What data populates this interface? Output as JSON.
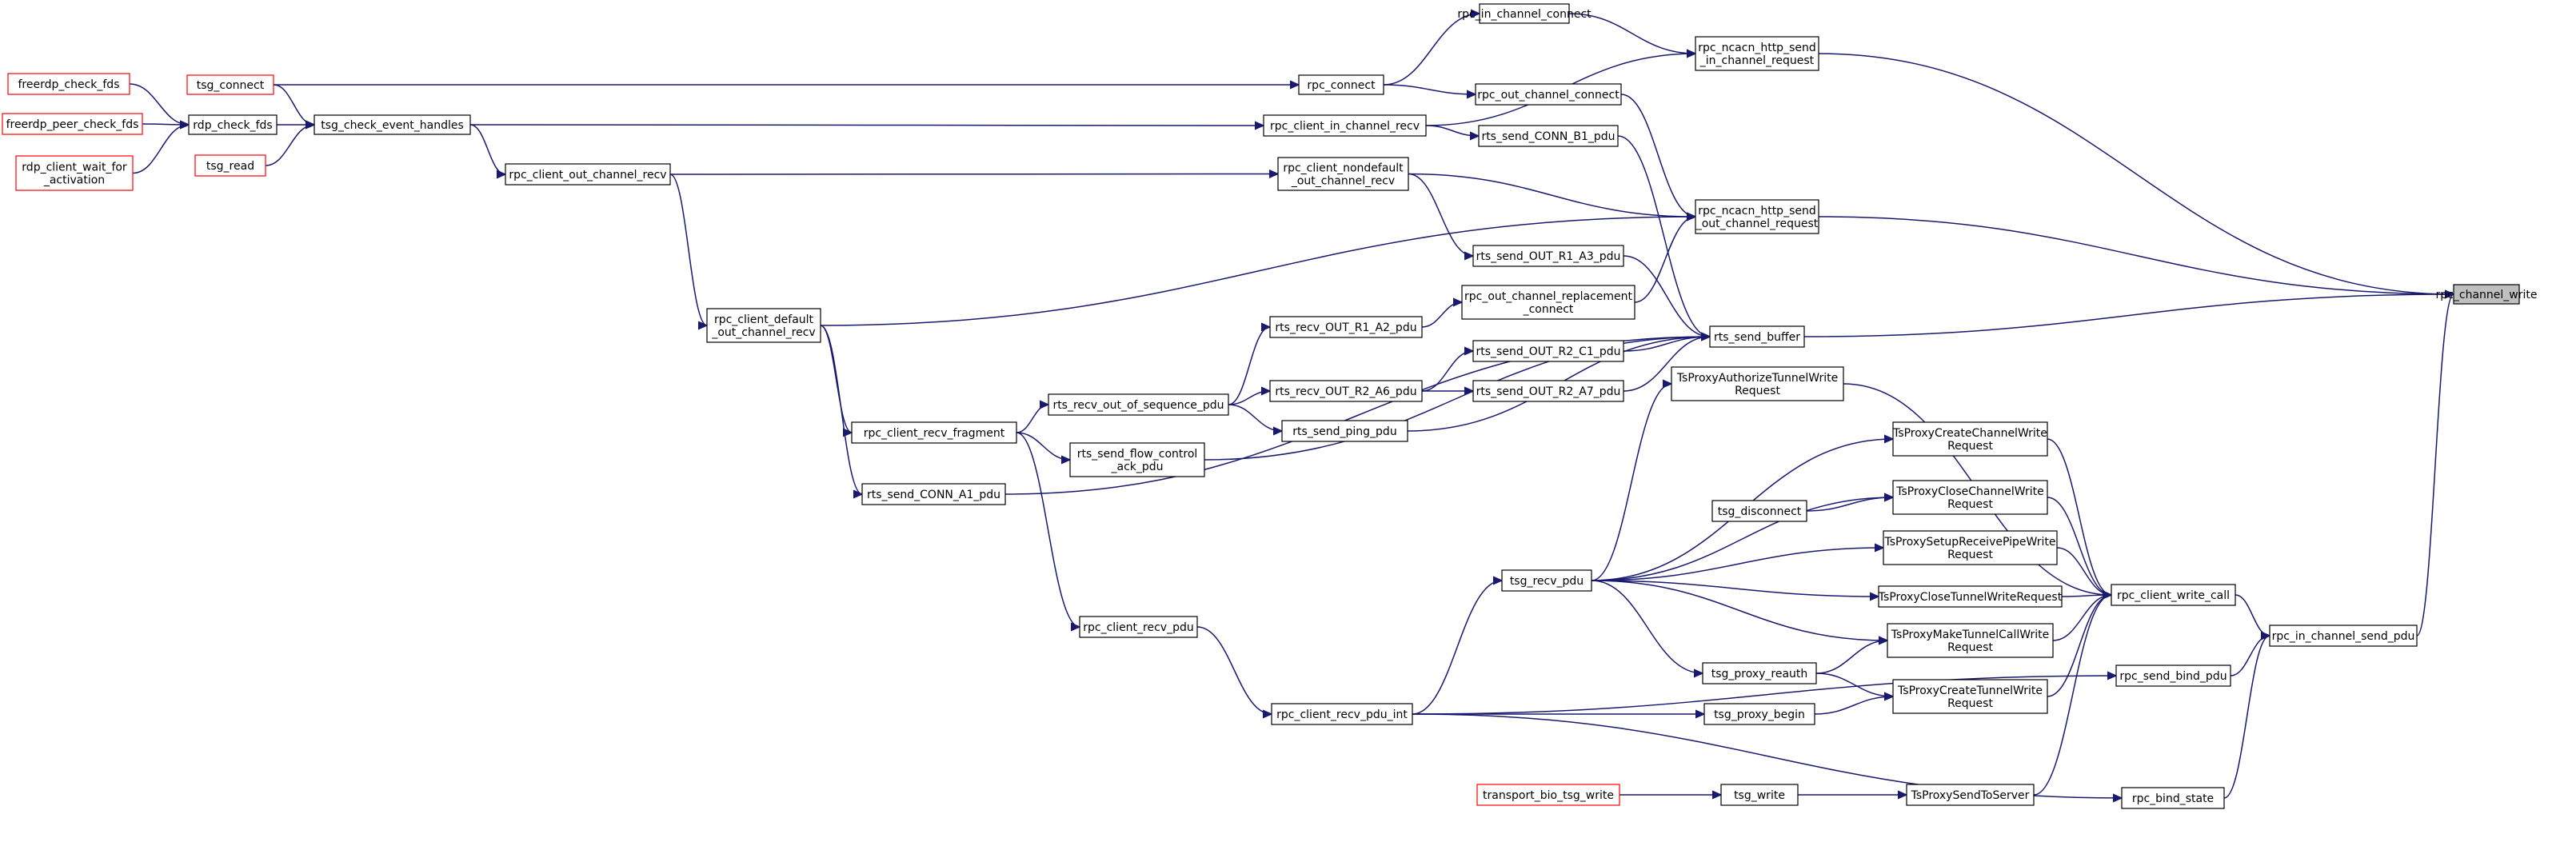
{
  "nodes": [
    {
      "id": "rpc_channel_write",
      "lines": [
        "rpc_channel_write"
      ],
      "style": "selected"
    },
    {
      "id": "rpc_in_channel_connect",
      "lines": [
        "rpc_in_channel_connect"
      ],
      "style": "normal"
    },
    {
      "id": "rpc_ncacn_http_send_in_channel_request",
      "lines": [
        "rpc_ncacn_http_send",
        "_in_channel_request"
      ],
      "style": "normal"
    },
    {
      "id": "tsg_connect",
      "lines": [
        "tsg_connect"
      ],
      "style": "red"
    },
    {
      "id": "rpc_connect",
      "lines": [
        "rpc_connect"
      ],
      "style": "normal"
    },
    {
      "id": "freerdp_check_fds",
      "lines": [
        "freerdp_check_fds"
      ],
      "style": "red"
    },
    {
      "id": "freerdp_peer_check_fds",
      "lines": [
        "freerdp_peer_check_fds"
      ],
      "style": "red"
    },
    {
      "id": "rdp_check_fds",
      "lines": [
        "rdp_check_fds"
      ],
      "style": "normal"
    },
    {
      "id": "tsg_check_event_handles",
      "lines": [
        "tsg_check_event_handles"
      ],
      "style": "normal"
    },
    {
      "id": "rdp_client_wait_for_activation",
      "lines": [
        "rdp_client_wait_for",
        "_activation"
      ],
      "style": "red"
    },
    {
      "id": "tsg_read",
      "lines": [
        "tsg_read"
      ],
      "style": "red"
    },
    {
      "id": "rpc_out_channel_connect",
      "lines": [
        "rpc_out_channel_connect"
      ],
      "style": "normal"
    },
    {
      "id": "rpc_client_in_channel_recv",
      "lines": [
        "rpc_client_in_channel_recv"
      ],
      "style": "normal"
    },
    {
      "id": "rts_send_CONN_B1_pdu",
      "lines": [
        "rts_send_CONN_B1_pdu"
      ],
      "style": "normal"
    },
    {
      "id": "rpc_client_out_channel_recv",
      "lines": [
        "rpc_client_out_channel_recv"
      ],
      "style": "normal"
    },
    {
      "id": "rpc_client_nondefault_out_channel_recv",
      "lines": [
        "rpc_client_nondefault",
        "_out_channel_recv"
      ],
      "style": "normal"
    },
    {
      "id": "rpc_ncacn_http_send_out_channel_request",
      "lines": [
        "rpc_ncacn_http_send",
        "_out_channel_request"
      ],
      "style": "normal"
    },
    {
      "id": "rts_send_OUT_R1_A3_pdu",
      "lines": [
        "rts_send_OUT_R1_A3_pdu"
      ],
      "style": "normal"
    },
    {
      "id": "rpc_client_default_out_channel_recv",
      "lines": [
        "rpc_client_default",
        "_out_channel_recv"
      ],
      "style": "normal"
    },
    {
      "id": "rpc_out_channel_replacement_connect",
      "lines": [
        "rpc_out_channel_replacement",
        "_connect"
      ],
      "style": "normal"
    },
    {
      "id": "rts_recv_OUT_R1_A2_pdu",
      "lines": [
        "rts_recv_OUT_R1_A2_pdu"
      ],
      "style": "normal"
    },
    {
      "id": "rts_send_buffer",
      "lines": [
        "rts_send_buffer"
      ],
      "style": "normal"
    },
    {
      "id": "rts_send_OUT_R2_C1_pdu",
      "lines": [
        "rts_send_OUT_R2_C1_pdu"
      ],
      "style": "normal"
    },
    {
      "id": "TsProxyAuthorizeTunnelWriteRequest",
      "lines": [
        "TsProxyAuthorizeTunnelWrite",
        "Request"
      ],
      "style": "normal"
    },
    {
      "id": "rpc_client_recv_fragment",
      "lines": [
        "rpc_client_recv_fragment"
      ],
      "style": "normal"
    },
    {
      "id": "rts_recv_out_of_sequence_pdu",
      "lines": [
        "rts_recv_out_of_sequence_pdu"
      ],
      "style": "normal"
    },
    {
      "id": "rts_recv_OUT_R2_A6_pdu",
      "lines": [
        "rts_recv_OUT_R2_A6_pdu"
      ],
      "style": "normal"
    },
    {
      "id": "rts_send_OUT_R2_A7_pdu",
      "lines": [
        "rts_send_OUT_R2_A7_pdu"
      ],
      "style": "normal"
    },
    {
      "id": "TsProxyCreateChannelWriteRequest",
      "lines": [
        "TsProxyCreateChannelWrite",
        "Request"
      ],
      "style": "normal"
    },
    {
      "id": "rts_send_ping_pdu",
      "lines": [
        "rts_send_ping_pdu"
      ],
      "style": "normal"
    },
    {
      "id": "rts_send_flow_control_ack_pdu",
      "lines": [
        "rts_send_flow_control",
        "_ack_pdu"
      ],
      "style": "normal"
    },
    {
      "id": "rts_send_CONN_A1_pdu",
      "lines": [
        "rts_send_CONN_A1_pdu"
      ],
      "style": "normal"
    },
    {
      "id": "TsProxyCloseChannelWriteRequest",
      "lines": [
        "TsProxyCloseChannelWrite",
        "Request"
      ],
      "style": "normal"
    },
    {
      "id": "tsg_disconnect",
      "lines": [
        "tsg_disconnect"
      ],
      "style": "normal"
    },
    {
      "id": "TsProxySetupReceivePipeWriteRequest",
      "lines": [
        "TsProxySetupReceivePipeWrite",
        "Request"
      ],
      "style": "normal"
    },
    {
      "id": "tsg_recv_pdu",
      "lines": [
        "tsg_recv_pdu"
      ],
      "style": "normal"
    },
    {
      "id": "TsProxyCloseTunnelWriteRequest",
      "lines": [
        "TsProxyCloseTunnelWriteRequest"
      ],
      "style": "normal"
    },
    {
      "id": "rpc_client_write_call",
      "lines": [
        "rpc_client_write_call"
      ],
      "style": "normal"
    },
    {
      "id": "TsProxyMakeTunnelCallWriteRequest",
      "lines": [
        "TsProxyMakeTunnelCallWrite",
        "Request"
      ],
      "style": "normal"
    },
    {
      "id": "rpc_client_recv_pdu",
      "lines": [
        "rpc_client_recv_pdu"
      ],
      "style": "normal"
    },
    {
      "id": "rpc_in_channel_send_pdu",
      "lines": [
        "rpc_in_channel_send_pdu"
      ],
      "style": "normal"
    },
    {
      "id": "tsg_proxy_reauth",
      "lines": [
        "tsg_proxy_reauth"
      ],
      "style": "normal"
    },
    {
      "id": "rpc_send_bind_pdu",
      "lines": [
        "rpc_send_bind_pdu"
      ],
      "style": "normal"
    },
    {
      "id": "TsProxyCreateTunnelWriteRequest",
      "lines": [
        "TsProxyCreateTunnelWrite",
        "Request"
      ],
      "style": "normal"
    },
    {
      "id": "rpc_client_recv_pdu_int",
      "lines": [
        "rpc_client_recv_pdu_int"
      ],
      "style": "normal"
    },
    {
      "id": "tsg_proxy_begin",
      "lines": [
        "tsg_proxy_begin"
      ],
      "style": "normal"
    },
    {
      "id": "transport_bio_tsg_write",
      "lines": [
        "transport_bio_tsg_write"
      ],
      "style": "red"
    },
    {
      "id": "tsg_write",
      "lines": [
        "tsg_write"
      ],
      "style": "normal"
    },
    {
      "id": "TsProxySendToServer",
      "lines": [
        "TsProxySendToServer"
      ],
      "style": "normal"
    },
    {
      "id": "rpc_bind_state",
      "lines": [
        "rpc_bind_state"
      ],
      "style": "normal"
    }
  ],
  "edges": [
    [
      "rpc_ncacn_http_send_in_channel_request",
      "rpc_channel_write"
    ],
    [
      "rpc_ncacn_http_send_out_channel_request",
      "rpc_channel_write"
    ],
    [
      "rts_send_buffer",
      "rpc_channel_write"
    ],
    [
      "rpc_in_channel_send_pdu",
      "rpc_channel_write"
    ],
    [
      "rpc_in_channel_connect",
      "rpc_ncacn_http_send_in_channel_request"
    ],
    [
      "rpc_client_in_channel_recv",
      "rpc_ncacn_http_send_in_channel_request"
    ],
    [
      "rpc_connect",
      "rpc_in_channel_connect"
    ],
    [
      "tsg_connect",
      "rpc_connect"
    ],
    [
      "tsg_check_event_handles",
      "rpc_client_in_channel_recv"
    ],
    [
      "tsg_connect",
      "tsg_check_event_handles"
    ],
    [
      "rdp_check_fds",
      "tsg_check_event_handles"
    ],
    [
      "tsg_read",
      "tsg_check_event_handles"
    ],
    [
      "freerdp_check_fds",
      "rdp_check_fds"
    ],
    [
      "freerdp_peer_check_fds",
      "rdp_check_fds"
    ],
    [
      "rdp_client_wait_for_activation",
      "rdp_check_fds"
    ],
    [
      "rpc_connect",
      "rpc_out_channel_connect"
    ],
    [
      "rpc_out_channel_connect",
      "rpc_ncacn_http_send_out_channel_request"
    ],
    [
      "rpc_client_nondefault_out_channel_recv",
      "rpc_ncacn_http_send_out_channel_request"
    ],
    [
      "rpc_client_default_out_channel_recv",
      "rpc_ncacn_http_send_out_channel_request"
    ],
    [
      "rpc_out_channel_replacement_connect",
      "rpc_ncacn_http_send_out_channel_request"
    ],
    [
      "tsg_check_event_handles",
      "rpc_client_out_channel_recv"
    ],
    [
      "rpc_client_out_channel_recv",
      "rpc_client_nondefault_out_channel_recv"
    ],
    [
      "rpc_client_out_channel_recv",
      "rpc_client_default_out_channel_recv"
    ],
    [
      "rpc_client_in_channel_recv",
      "rts_send_CONN_B1_pdu"
    ],
    [
      "rpc_client_nondefault_out_channel_recv",
      "rts_send_OUT_R1_A3_pdu"
    ],
    [
      "rts_recv_OUT_R1_A2_pdu",
      "rpc_out_channel_replacement_connect"
    ],
    [
      "rts_recv_out_of_sequence_pdu",
      "rts_recv_OUT_R1_A2_pdu"
    ],
    [
      "rts_recv_out_of_sequence_pdu",
      "rts_recv_OUT_R2_A6_pdu"
    ],
    [
      "rts_recv_OUT_R2_A6_pdu",
      "rts_send_OUT_R2_C1_pdu"
    ],
    [
      "rts_recv_OUT_R2_A6_pdu",
      "rts_send_OUT_R2_A7_pdu"
    ],
    [
      "rts_recv_out_of_sequence_pdu",
      "rts_send_ping_pdu"
    ],
    [
      "rpc_client_recv_fragment",
      "rts_recv_out_of_sequence_pdu"
    ],
    [
      "rpc_client_recv_fragment",
      "rts_send_flow_control_ack_pdu"
    ],
    [
      "rpc_client_default_out_channel_recv",
      "rpc_client_recv_fragment"
    ],
    [
      "rpc_client_default_out_channel_recv",
      "rts_send_CONN_A1_pdu"
    ],
    [
      "rts_send_CONN_B1_pdu",
      "rts_send_buffer"
    ],
    [
      "rts_send_OUT_R1_A3_pdu",
      "rts_send_buffer"
    ],
    [
      "rts_send_OUT_R2_C1_pdu",
      "rts_send_buffer"
    ],
    [
      "rts_send_OUT_R2_A7_pdu",
      "rts_send_buffer"
    ],
    [
      "rts_send_ping_pdu",
      "rts_send_buffer"
    ],
    [
      "rts_send_flow_control_ack_pdu",
      "rts_send_buffer"
    ],
    [
      "rts_send_CONN_A1_pdu",
      "rts_send_buffer"
    ],
    [
      "rpc_client_write_call",
      "rpc_in_channel_send_pdu"
    ],
    [
      "rpc_send_bind_pdu",
      "rpc_in_channel_send_pdu"
    ],
    [
      "rpc_bind_state",
      "rpc_in_channel_send_pdu"
    ],
    [
      "TsProxyAuthorizeTunnelWriteRequest",
      "rpc_client_write_call"
    ],
    [
      "TsProxyCreateChannelWriteRequest",
      "rpc_client_write_call"
    ],
    [
      "TsProxyCloseChannelWriteRequest",
      "rpc_client_write_call"
    ],
    [
      "TsProxySetupReceivePipeWriteRequest",
      "rpc_client_write_call"
    ],
    [
      "TsProxyCloseTunnelWriteRequest",
      "rpc_client_write_call"
    ],
    [
      "TsProxyMakeTunnelCallWriteRequest",
      "rpc_client_write_call"
    ],
    [
      "TsProxyCreateTunnelWriteRequest",
      "rpc_client_write_call"
    ],
    [
      "TsProxySendToServer",
      "rpc_client_write_call"
    ],
    [
      "tsg_recv_pdu",
      "TsProxyAuthorizeTunnelWriteRequest"
    ],
    [
      "tsg_recv_pdu",
      "TsProxyCreateChannelWriteRequest"
    ],
    [
      "tsg_recv_pdu",
      "TsProxyCloseChannelWriteRequest"
    ],
    [
      "tsg_disconnect",
      "TsProxyCloseChannelWriteRequest"
    ],
    [
      "tsg_recv_pdu",
      "TsProxySetupReceivePipeWriteRequest"
    ],
    [
      "tsg_recv_pdu",
      "TsProxyCloseTunnelWriteRequest"
    ],
    [
      "tsg_recv_pdu",
      "TsProxyMakeTunnelCallWriteRequest"
    ],
    [
      "tsg_proxy_reauth",
      "TsProxyMakeTunnelCallWriteRequest"
    ],
    [
      "tsg_proxy_reauth",
      "TsProxyCreateTunnelWriteRequest"
    ],
    [
      "tsg_proxy_begin",
      "TsProxyCreateTunnelWriteRequest"
    ],
    [
      "tsg_recv_pdu",
      "tsg_proxy_reauth"
    ],
    [
      "rpc_client_recv_pdu_int",
      "tsg_recv_pdu"
    ],
    [
      "rpc_client_recv_pdu_int",
      "tsg_proxy_begin"
    ],
    [
      "rpc_client_recv_pdu_int",
      "rpc_send_bind_pdu"
    ],
    [
      "rpc_client_recv_pdu_int",
      "rpc_bind_state"
    ],
    [
      "rpc_client_recv_pdu",
      "rpc_client_recv_pdu_int"
    ],
    [
      "rpc_client_recv_fragment",
      "rpc_client_recv_pdu"
    ],
    [
      "transport_bio_tsg_write",
      "tsg_write"
    ],
    [
      "tsg_write",
      "TsProxySendToServer"
    ]
  ]
}
